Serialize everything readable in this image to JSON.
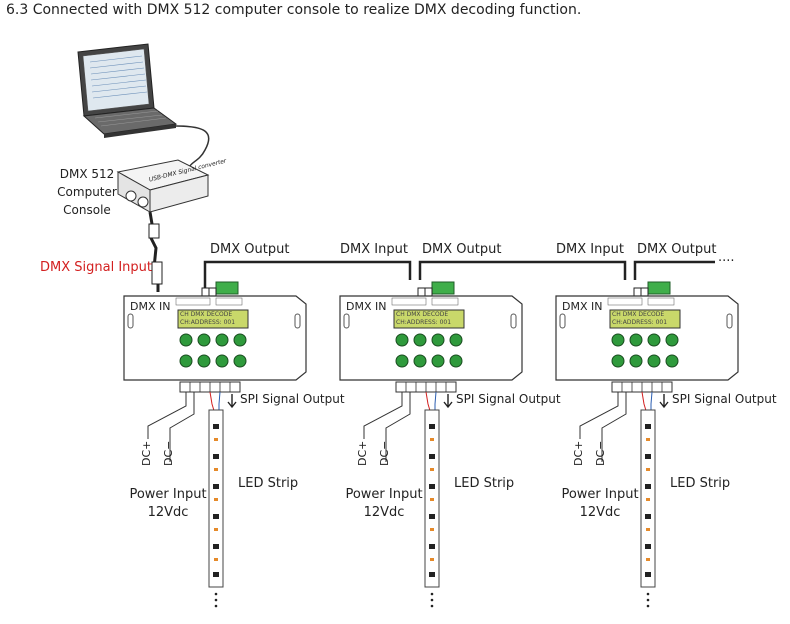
{
  "title": "6.3 Connected with DMX 512 computer console to realize DMX decoding function.",
  "console": {
    "label_line1": "DMX 512",
    "label_line2": "Computer",
    "label_line3": "Console",
    "converter_text": "USB-DMX Signal converter"
  },
  "dmx_signal_input": "DMX Signal Input",
  "dmx_output_label": "DMX Output",
  "dmx_input_label": "DMX Input",
  "dmx_end_dots": "....",
  "decoders": [
    {
      "dmx_in": "DMX IN",
      "lcd_line1": "CH DMX DECODE",
      "lcd_line2": "CH:ADDRESS: 001",
      "spi_output": "SPI Signal Output",
      "dc_plus": "DC+",
      "dc_minus": "DC−",
      "power_input": "Power Input",
      "voltage": "12Vdc",
      "led_strip": "LED Strip"
    },
    {
      "dmx_in": "DMX IN",
      "lcd_line1": "CH DMX DECODE",
      "lcd_line2": "CH:ADDRESS: 001",
      "spi_output": "SPI Signal Output",
      "dc_plus": "DC+",
      "dc_minus": "DC−",
      "power_input": "Power Input",
      "voltage": "12Vdc",
      "led_strip": "LED Strip"
    },
    {
      "dmx_in": "DMX IN",
      "lcd_line1": "CH DMX DECODE",
      "lcd_line2": "CH:ADDRESS: 001",
      "spi_output": "SPI Signal Output",
      "dc_plus": "DC+",
      "dc_minus": "DC−",
      "power_input": "Power Input",
      "voltage": "12Vdc",
      "led_strip": "LED Strip"
    }
  ],
  "colors": {
    "button_green": "#2f9a3c",
    "lcd_green": "#c9d86a",
    "connector_green": "#3fae4a",
    "label_red": "#d32020"
  }
}
